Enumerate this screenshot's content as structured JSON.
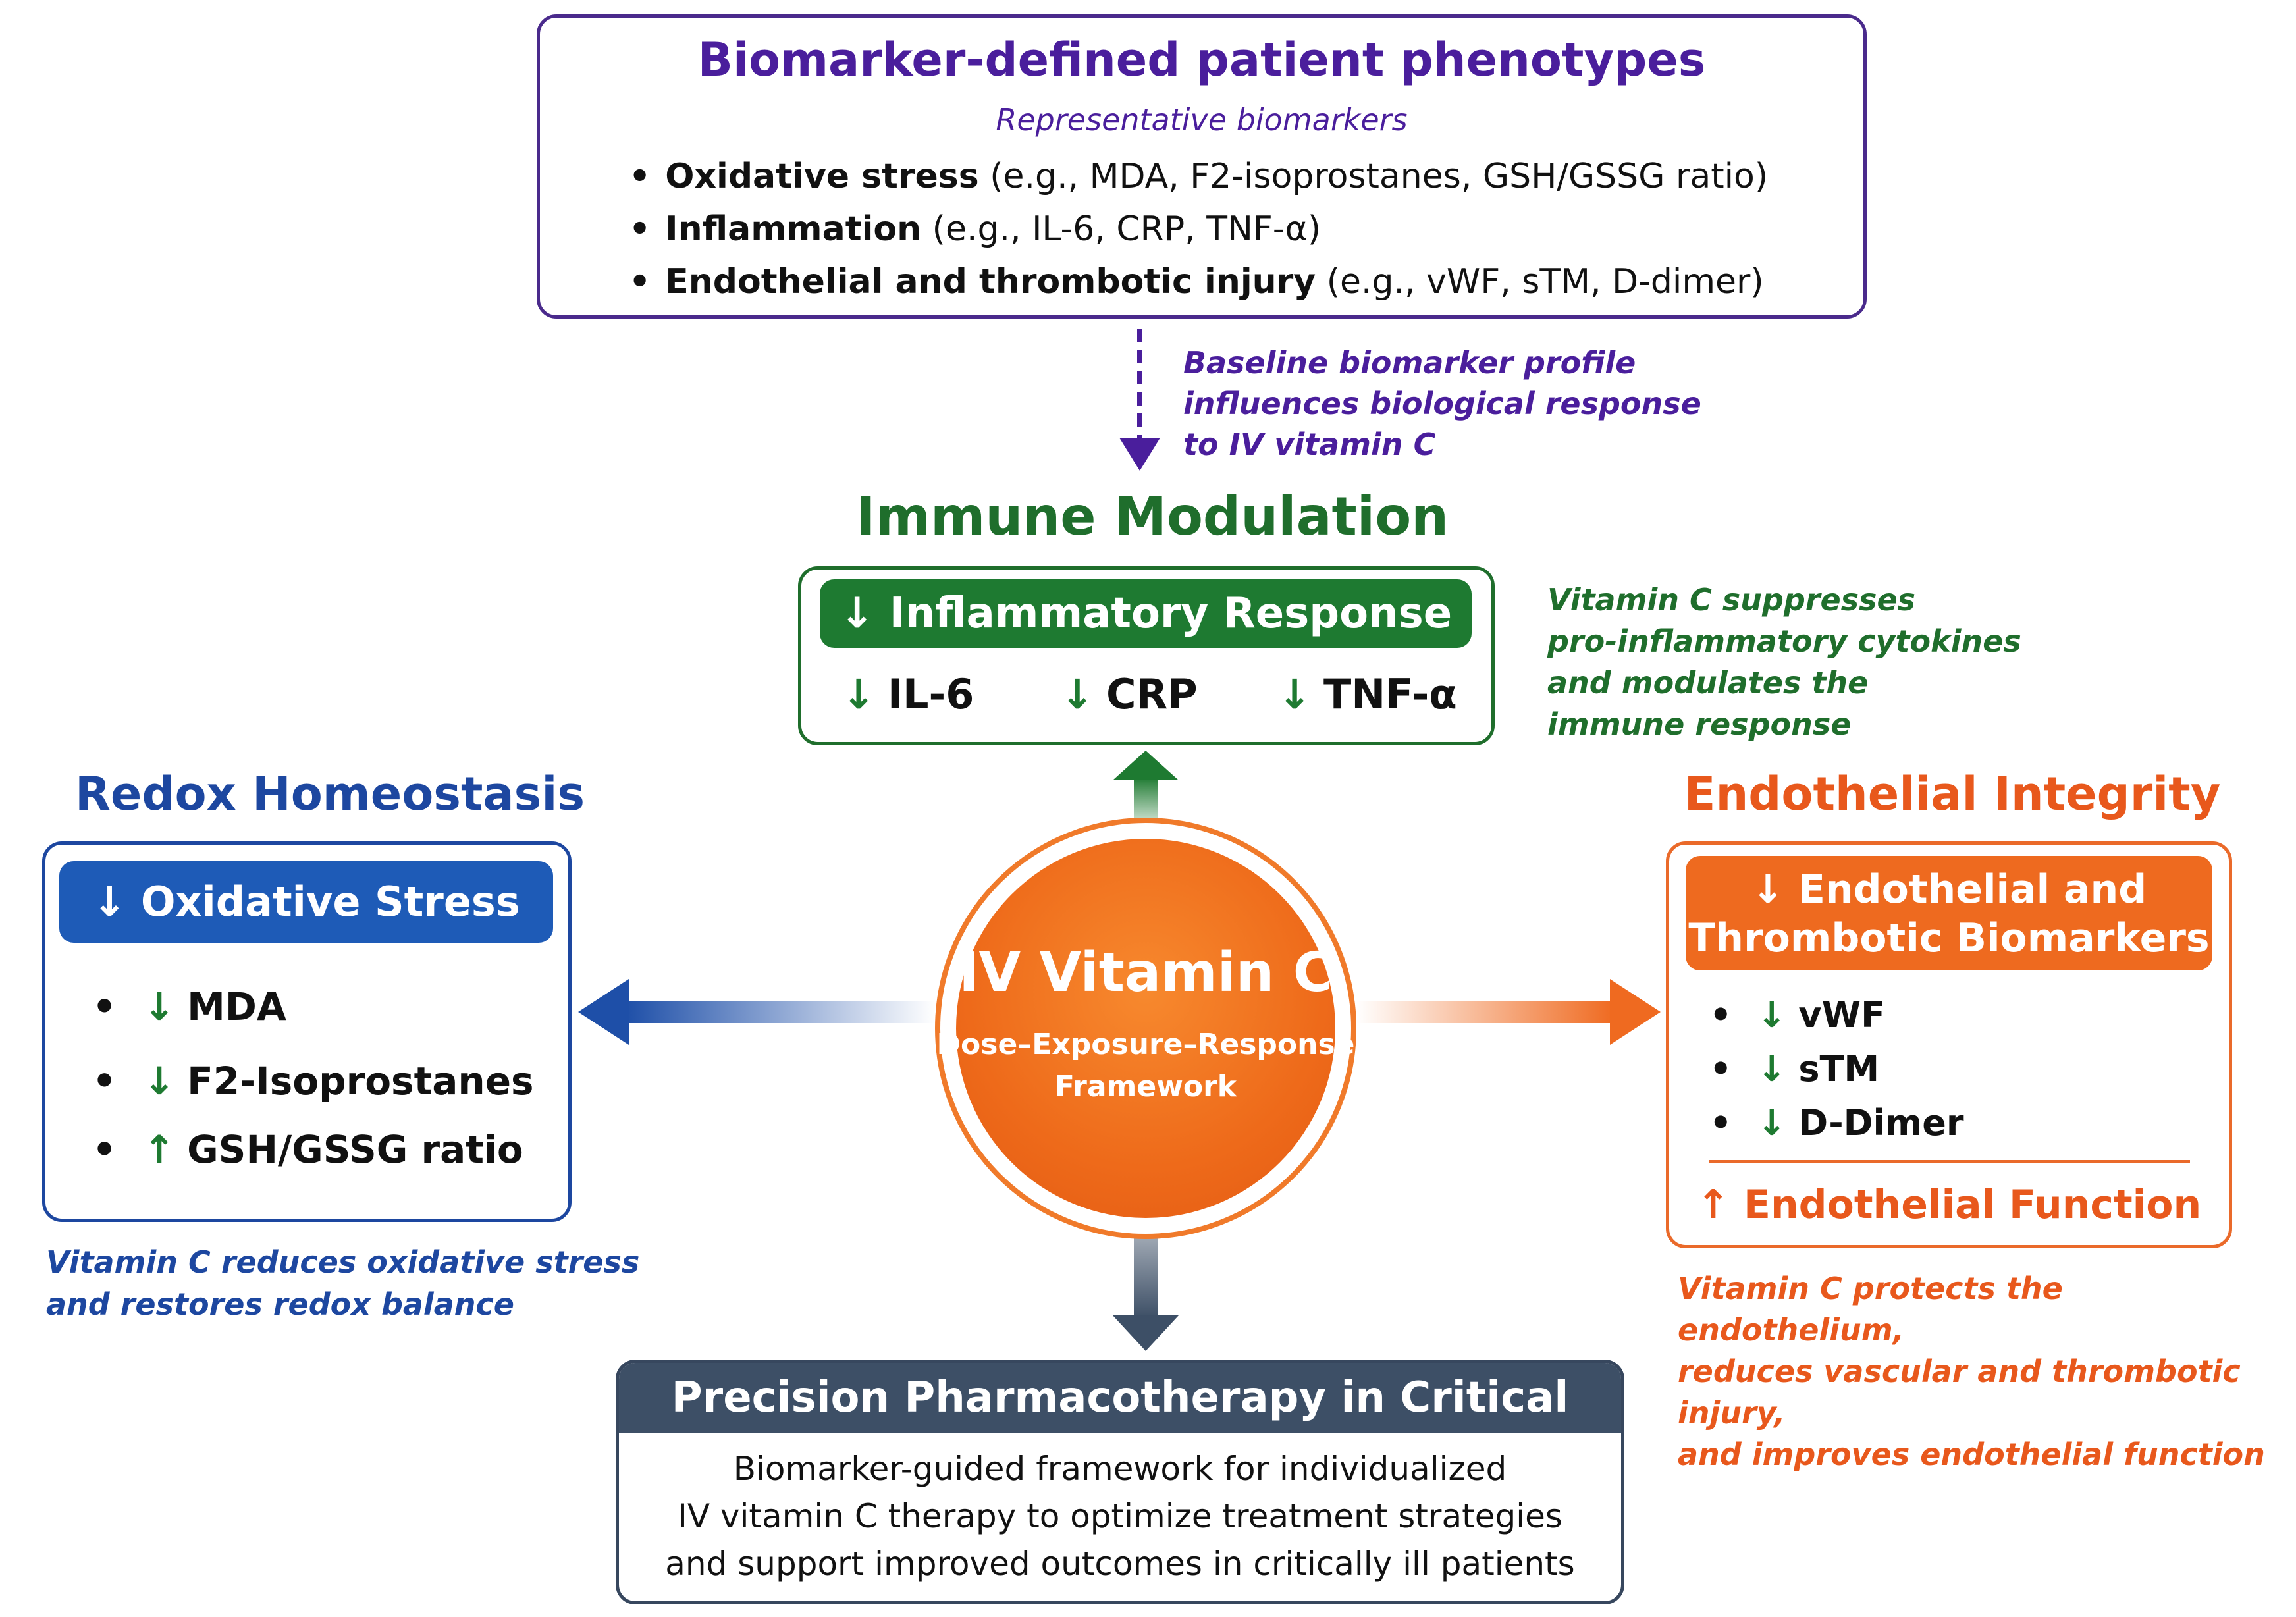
{
  "phenotypes": {
    "title": "Biomarker-defined patient phenotypes",
    "subtitle": "Representative biomarkers",
    "items": [
      {
        "label": "Oxidative stress",
        "detail": " (e.g., MDA, F2-isoprostanes, GSH/GSSG ratio)"
      },
      {
        "label": "Inflammation",
        "detail": " (e.g., IL-6, CRP, TNF-α)"
      },
      {
        "label": "Endothelial and thrombotic injury",
        "detail": " (e.g., vWF, sTM, D-dimer)"
      }
    ]
  },
  "baseline_note": {
    "lines": [
      "Baseline biomarker profile",
      "influences biological response",
      "to IV vitamin C"
    ]
  },
  "immune": {
    "heading": "Immune Modulation",
    "bar_label": "Inflammatory Response",
    "markers": [
      "IL-6",
      "CRP",
      "TNF-α"
    ],
    "note_lines": [
      "Vitamin C suppresses",
      "pro-inflammatory cytokines",
      "and modulates the",
      "immune response"
    ]
  },
  "redox": {
    "heading": "Redox Homeostasis",
    "bar_label": "Oxidative Stress",
    "markers": [
      {
        "label": "MDA",
        "direction": "down"
      },
      {
        "label": "F2-Isoprostanes",
        "direction": "down"
      },
      {
        "label": "GSH/GSSG ratio",
        "direction": "up"
      }
    ],
    "note_lines": [
      "Vitamin C reduces oxidative stress",
      "and restores redox balance"
    ]
  },
  "endothelial": {
    "heading": "Endothelial Integrity",
    "bar_lines": [
      "Endothelial and",
      "Thrombotic Biomarkers"
    ],
    "markers": [
      {
        "label": "vWF",
        "direction": "down"
      },
      {
        "label": "sTM",
        "direction": "down"
      },
      {
        "label": "D-Dimer",
        "direction": "down"
      }
    ],
    "function_label": "Endothelial Function",
    "note_lines": [
      "Vitamin C protects the endothelium,",
      "reduces vascular and thrombotic injury,",
      "and improves endothelial function"
    ]
  },
  "center": {
    "title": "IV Vitamin C",
    "sub_lines": [
      "Dose–Exposure–Response",
      "Framework"
    ]
  },
  "outcome": {
    "title": "Precision Pharmacotherapy in Critical Care",
    "lines": [
      "Biomarker-guided framework for individualized",
      "IV vitamin C therapy to optimize treatment strategies",
      "and support improved outcomes in critically ill patients"
    ]
  },
  "colors": {
    "purple": "#4a1e9c",
    "green": "#1e7a31",
    "blue": "#1e5bb7",
    "orange": "#ee6a1f",
    "slate": "#3d4f66"
  }
}
